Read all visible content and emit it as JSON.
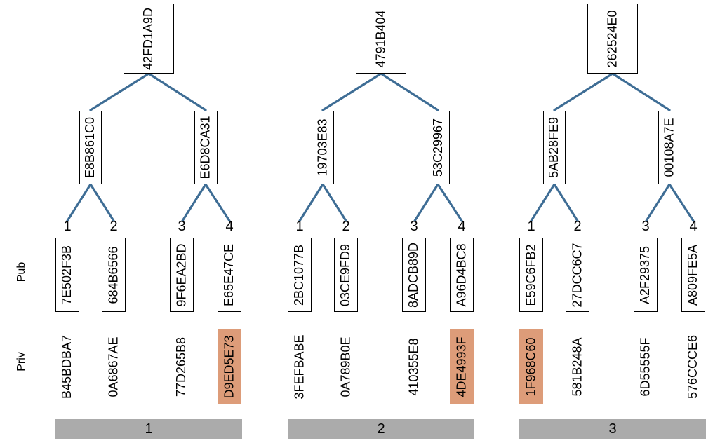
{
  "row_labels": {
    "pub": "Pub",
    "priv": "Priv"
  },
  "colors": {
    "edge_blue": "#3e6d95",
    "highlight_orange": "#dd9c79",
    "bar_gray": "#ababab"
  },
  "trees": [
    {
      "bar_label": "1",
      "root": "42FD1A9D",
      "left_child": "E8B861C0",
      "right_child": "E6D8CA31",
      "leaf_numbers": [
        "1",
        "2",
        "3",
        "4"
      ],
      "pub_keys": [
        "7E502F3B",
        "684B6566",
        "9F6EA2BD",
        "E65E47CE"
      ],
      "priv_keys": [
        "B45BDBA7",
        "0A6867AE",
        "77D265B8",
        "D9ED5E73"
      ],
      "priv_highlighted": [
        false,
        false,
        false,
        true
      ]
    },
    {
      "bar_label": "2",
      "root": "4791B404",
      "left_child": "19703E83",
      "right_child": "53C29967",
      "leaf_numbers": [
        "1",
        "2",
        "3",
        "4"
      ],
      "pub_keys": [
        "2BC1077B",
        "03CE9FD9",
        "8ADCB89D",
        "A96D4BC8"
      ],
      "priv_keys": [
        "3FEFBABE",
        "0A789B0E",
        "410355E8",
        "4DE4993F"
      ],
      "priv_highlighted": [
        false,
        false,
        false,
        true
      ]
    },
    {
      "bar_label": "3",
      "root": "262524E0",
      "left_child": "5AB28FE9",
      "right_child": "00108A7E",
      "leaf_numbers": [
        "1",
        "2",
        "3",
        "4"
      ],
      "pub_keys": [
        "E59C6FB2",
        "27DCC6C7",
        "A2F29375",
        "A809FE5A"
      ],
      "priv_keys": [
        "1F968C60",
        "581B248A",
        "6D55555F",
        "576CCCE6"
      ],
      "priv_highlighted": [
        true,
        false,
        false,
        false
      ]
    }
  ]
}
